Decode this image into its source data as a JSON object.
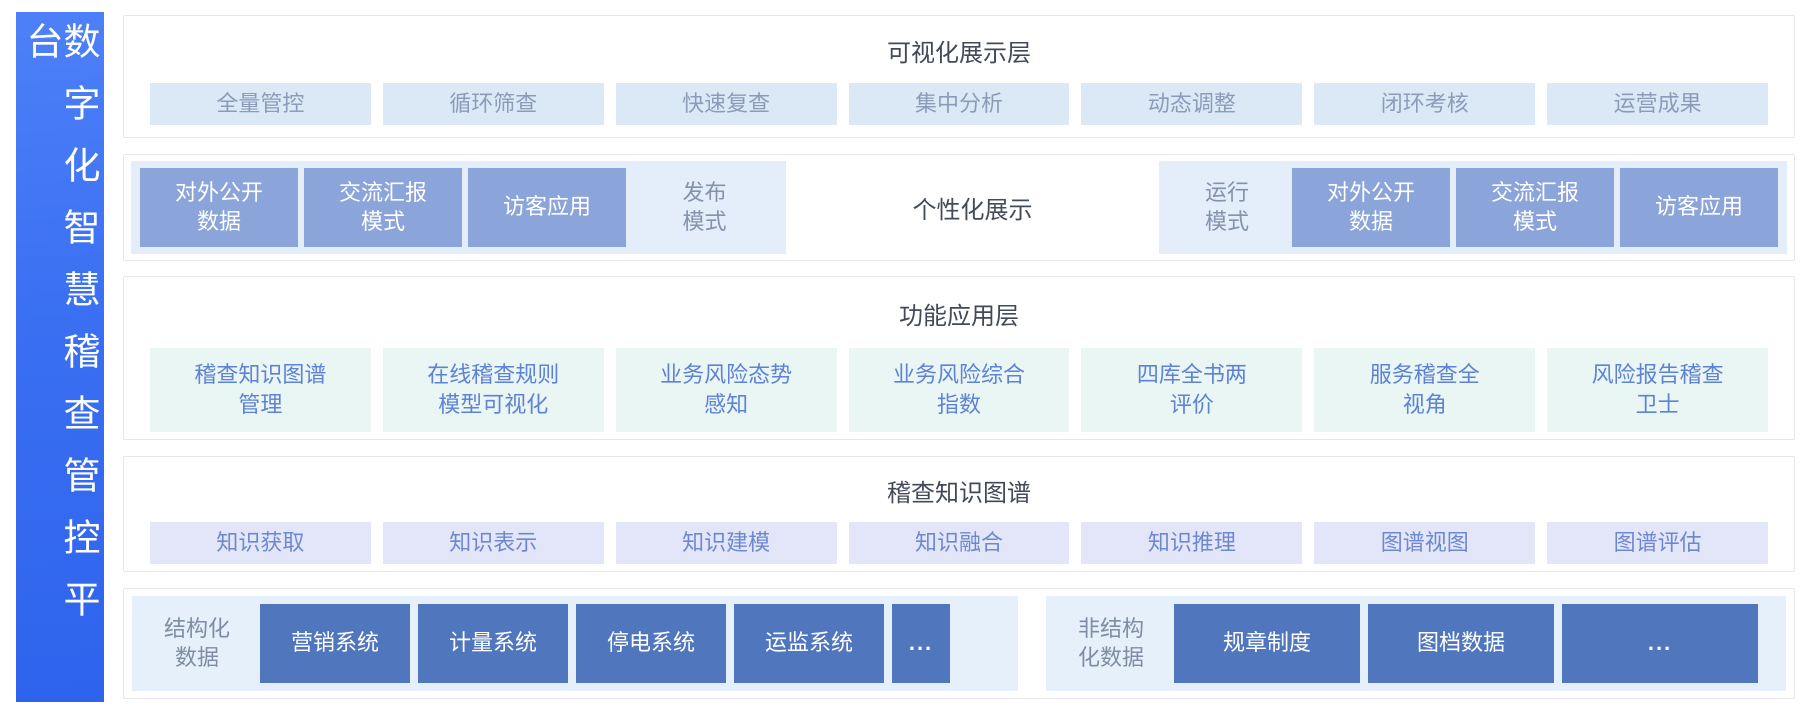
{
  "platform": {
    "title": "数字化智慧稽查管控平台"
  },
  "colors": {
    "sidebar_gradient_top": "#4d80f8",
    "sidebar_gradient_bottom": "#2e63ed",
    "box_border": "#e3e8ef",
    "visualization_chip_bg": "#dbe9f7",
    "visualization_chip_text": "#8c9cb8",
    "display_panel_bg": "#e3eefa",
    "display_box_bg": "#8ba4da",
    "function_chip_bg": "#e9f6f3",
    "function_chip_text": "#5e82d6",
    "graph_chip_bg": "#e2e6f8",
    "graph_chip_text": "#6e88d0",
    "source_panel_bg": "#e6f0fb",
    "source_box_bg": "#5076be",
    "title_text": "#424958"
  },
  "layers": {
    "visualization": {
      "title": "可视化展示层",
      "items": [
        "全量管控",
        "循环筛查",
        "快速复查",
        "集中分析",
        "动态调整",
        "闭环考核",
        "运营成果"
      ]
    },
    "display": {
      "left_group": {
        "boxes": [
          "对外公开\n数据",
          "交流汇报\n模式",
          "访客应用"
        ],
        "label": "发布\n模式"
      },
      "center_label": "个性化展示",
      "right_group": {
        "label": "运行\n模式",
        "boxes": [
          "对外公开\n数据",
          "交流汇报\n模式",
          "访客应用"
        ]
      }
    },
    "function": {
      "title": "功能应用层",
      "items": [
        "稽查知识图谱\n管理",
        "在线稽查规则\n模型可视化",
        "业务风险态势\n感知",
        "业务风险综合\n指数",
        "四库全书两\n评价",
        "服务稽查全\n视角",
        "风险报告稽查\n卫士"
      ]
    },
    "knowledge_graph": {
      "title": "稽查知识图谱",
      "items": [
        "知识获取",
        "知识表示",
        "知识建模",
        "知识融合",
        "知识推理",
        "图谱视图",
        "图谱评估"
      ]
    },
    "data_sources": {
      "structured": {
        "label": "结构化\n数据",
        "items": [
          "营销系统",
          "计量系统",
          "停电系统",
          "运监系统",
          "..."
        ]
      },
      "unstructured": {
        "label": "非结构\n化数据",
        "items": [
          "规章制度",
          "图档数据",
          "..."
        ]
      }
    }
  }
}
